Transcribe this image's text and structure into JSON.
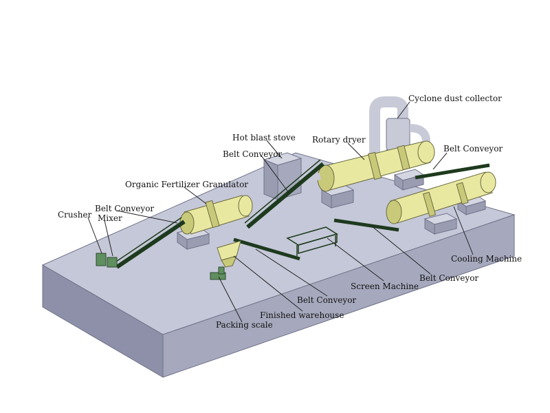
{
  "colors": {
    "platform_top": "#c5c8d8",
    "platform_front": "#8d90a8",
    "platform_side": "#a6a9bd",
    "block_top": "#d4d6e2",
    "block_side": "#9a9db2",
    "drum": "#e8e8a0",
    "drum_shade": "#c9c97a",
    "conveyor": "#1e3a1e",
    "machine_green": "#5f8f5f",
    "pipe": "#c8cad8",
    "leader": "#222222"
  },
  "labels": {
    "cyclone_dust_collector": "Cyclone dust collector",
    "hot_blast_stove": "Hot blast stove",
    "rotary_dryer": "Rotary dryer",
    "belt_conveyor_top_right": "Belt Conveyor",
    "belt_conveyor_to_dryer": "Belt Conveyor",
    "organic_fertilizer_granulator": "Organic Fertilizer Granulator",
    "crusher": "Crusher",
    "belt_conveyor_crusher": "Belt Conveyor",
    "mixer": "Mixer",
    "cooling_machine": "Cooling Machine",
    "screen_machine": "Screen Machine",
    "belt_conveyor_screen": "Belt Conveyor",
    "belt_conveyor_warehouse": "Belt Conveyor",
    "finished_warehouse": "Finished warehouse",
    "packing_scale": "Packing scale"
  }
}
